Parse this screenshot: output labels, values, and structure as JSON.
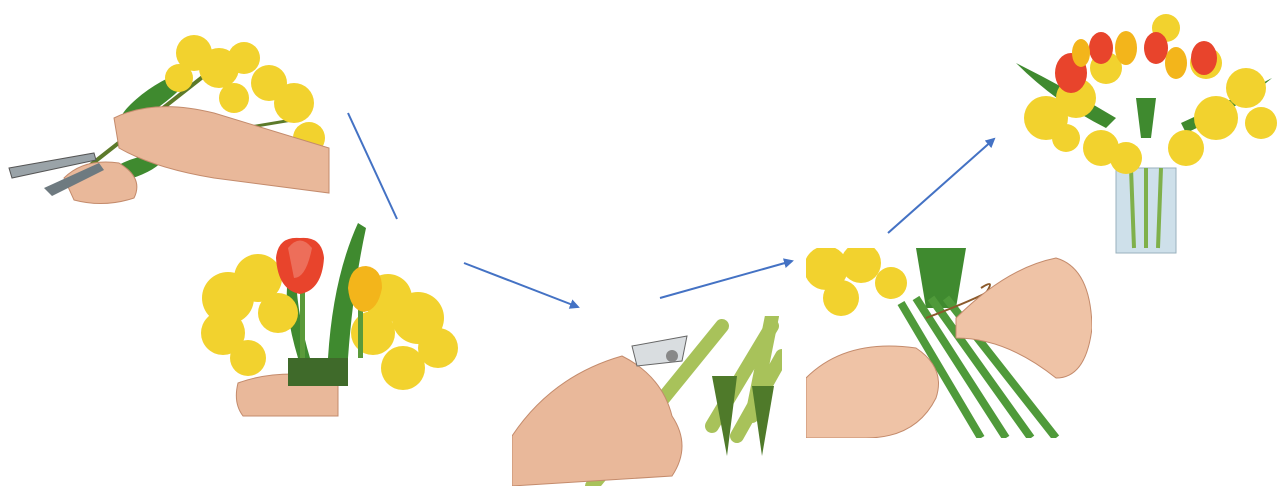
{
  "diagram": {
    "steps": [
      {
        "id": "step1",
        "depicts": "cutting-mimosa-stems"
      },
      {
        "id": "step2",
        "depicts": "arranging-tulips-with-mimosa"
      },
      {
        "id": "step3",
        "depicts": "trimming-stems-with-pruners"
      },
      {
        "id": "step4",
        "depicts": "tying-stems-with-string"
      },
      {
        "id": "step5",
        "depicts": "finished-bouquet-in-vase"
      }
    ],
    "colors": {
      "arrow": "#4472c4",
      "mimosa": "#f2d22e",
      "leaf": "#3f8a2f",
      "stem": "#a8c25a",
      "skin": "#e9b89a",
      "tulip_red": "#e8442c",
      "tulip_yellow": "#f3b51b",
      "glass": "#c9dde8"
    }
  }
}
